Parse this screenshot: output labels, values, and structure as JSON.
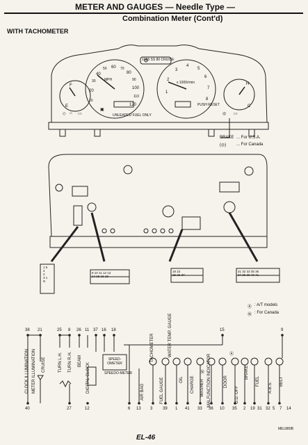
{
  "header": {
    "title": "METER AND GAUGES — Needle Type —",
    "subtitle": "Combination Meter (Cont'd)"
  },
  "section_label": "WITH TACHOMETER",
  "cluster": {
    "speedo_top": "1986 SS 80 CRUISE",
    "tacho_scale": "x 1000r/min",
    "speedo_units": "MPH",
    "speedo_numbers": [
      "10",
      "20",
      "30",
      "40",
      "50",
      "60",
      "70",
      "80",
      "90",
      "100",
      "110",
      "120"
    ],
    "tacho_numbers": [
      "1",
      "2",
      "3",
      "4",
      "5",
      "6",
      "7",
      "8"
    ],
    "fuel_note": "UNLEADED FUEL ONLY",
    "reset_label": "PUSH RESET",
    "temp_h": "H",
    "temp_c": "C",
    "fuel_f": "F",
    "fuel_e": "E",
    "icon_names": [
      "belt-icon",
      "oil-icon",
      "charge-icon",
      "airbag-icon",
      "brake-icon",
      "od-off-icon"
    ]
  },
  "brake_legend": {
    "line1": "BRAKE",
    "line1_note": "... For U.S.A.",
    "line2_symbol": "(◎)",
    "line2_note": "... For Canada"
  },
  "connectors": [
    {
      "cells": [
        "1",
        "5",
        "4",
        "2",
        "3",
        "1",
        "N"
      ]
    },
    {
      "cells": [
        "9",
        "10",
        "11",
        "12",
        "13",
        "14",
        "15",
        "16",
        "18"
      ]
    },
    {
      "cells": [
        "19",
        "22",
        "25",
        "26",
        "27"
      ]
    },
    {
      "cells": [
        "31",
        "32",
        "33",
        "35",
        "36",
        "37",
        "38",
        "39",
        "40",
        "41"
      ]
    }
  ],
  "legend": {
    "a_mark": "Ⓐ",
    "a_text": ": A/T models",
    "n_mark": "Ⓝ",
    "n_text": ": For Canada"
  },
  "schematic": {
    "top_pins": [
      "38",
      "21",
      "25",
      "8",
      "26",
      "11",
      "37",
      "16",
      "18",
      "15",
      "9"
    ],
    "bottom_pins": [
      "40",
      "27",
      "12",
      "6",
      "13",
      "3",
      "39",
      "1",
      "41",
      "33",
      "36",
      "10",
      "35",
      "2",
      "19",
      "31",
      "32",
      "5",
      "7",
      "14"
    ],
    "labels": [
      "CLOCK ILLUMINATION",
      "METER ILLUMINATION",
      "CRUISE",
      "TURN L.H.",
      "TURN R.H.",
      "BEAM",
      "DIGITAL CLOCK",
      "SPEEDO-METER",
      "AIR BAG",
      "TACHOMETER",
      "FUEL GAUGE",
      "WATER TEMP. GAUGE",
      "OIL",
      "CHARGE",
      "WASHER",
      "MALFUNCTION INDICATOR",
      "DOOR",
      "O.D. OFF",
      "BRAKE",
      "FUEL",
      "A.B.S.",
      "BELT"
    ],
    "speedo_box": "SPEED-OMETER",
    "a_marker": "Ⓐ",
    "n_marker": "Ⓝ"
  },
  "footer": {
    "page_ref": "MEL889B",
    "page_number": "EL-46"
  }
}
